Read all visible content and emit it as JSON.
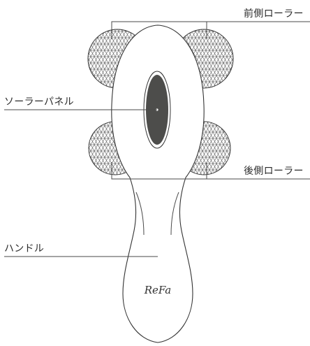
{
  "labels": {
    "front_roller": "前側ローラー",
    "solar_panel": "ソーラーパネル",
    "rear_roller": "後側ローラー",
    "handle": "ハンドル"
  },
  "logo_text": "ReFa",
  "colors": {
    "outline": "#333333",
    "panel_fill": "#4d4d4b",
    "body_fill": "#ffffff",
    "label_text": "#2b2b2b"
  },
  "icons": {
    "roller_pattern": "geodesic-triangle-pattern"
  }
}
